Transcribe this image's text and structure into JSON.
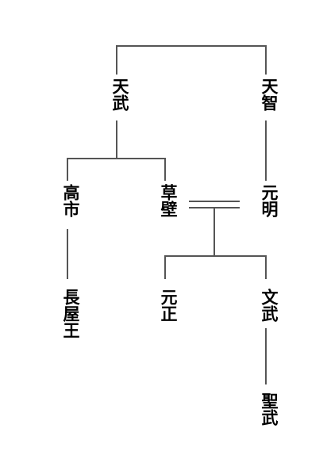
{
  "people": {
    "tenji": "天智",
    "tenmu": "天武",
    "takechi": "高市",
    "kusakabe": "草壁",
    "genmei": "元明",
    "nagaya": "長屋王",
    "gensho": "元正",
    "monmu": "文武",
    "shomu": "聖武"
  },
  "colors": {
    "line": "#555555",
    "text": "#000000"
  }
}
